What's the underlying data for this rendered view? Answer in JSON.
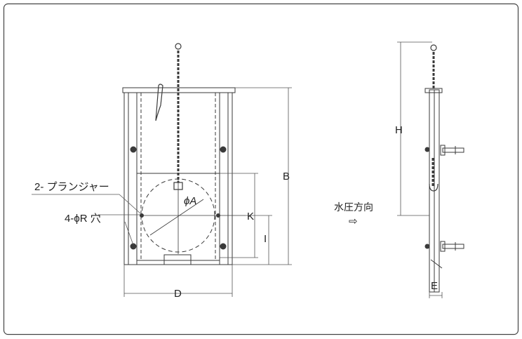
{
  "labels": {
    "plunger": "2- プランジャー",
    "holes": "4-ϕR 穴",
    "diameter": "ϕA",
    "dim_b": "B",
    "dim_k": "K",
    "dim_i": "I",
    "dim_d": "D",
    "dim_h": "H",
    "dim_e": "E",
    "water_pressure": "水圧方向",
    "arrow": "⇨"
  },
  "colors": {
    "line": "#3a3a3a",
    "dim": "#555555"
  }
}
